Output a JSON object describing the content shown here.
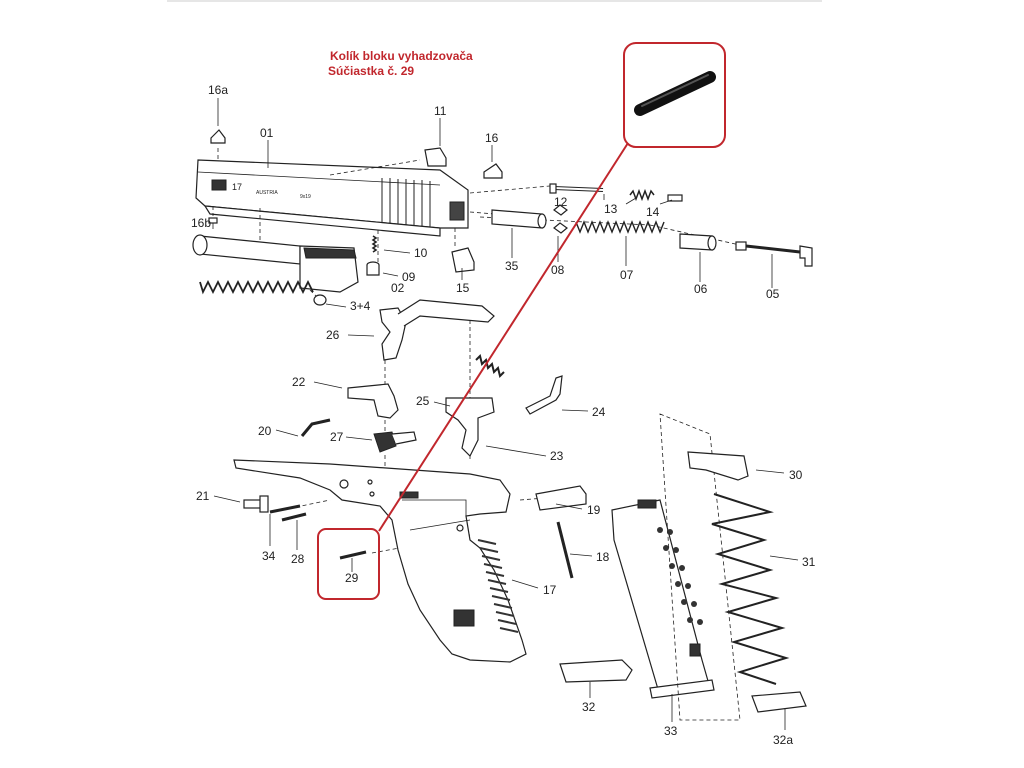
{
  "title": {
    "line1": "Kolík bloku vyhadzovača",
    "line2": "Súčiastka č. 29"
  },
  "slide_marking": {
    "model": "17",
    "country": "AUSTRIA",
    "caliber": "9x19"
  },
  "parts": [
    "16a",
    "01",
    "11",
    "16",
    "12",
    "13",
    "14",
    "16b",
    "10",
    "09",
    "02",
    "35",
    "15",
    "08",
    "07",
    "06",
    "05",
    "3+4",
    "26",
    "22",
    "25",
    "24",
    "20",
    "27",
    "23",
    "30",
    "21",
    "19",
    "31",
    "18",
    "34",
    "28",
    "29",
    "17",
    "32",
    "33",
    "32a"
  ],
  "highlight": {
    "part": "29",
    "color": "#c1272d"
  }
}
